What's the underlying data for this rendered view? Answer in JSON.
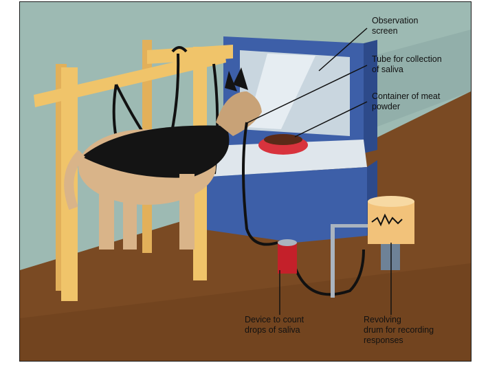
{
  "labels": {
    "observation_screen": "Observation\nscreen",
    "tube": "Tube for collection\nof saliva",
    "container": "Container of meat\npowder",
    "device": "Device to count\ndrops of saliva",
    "drum": "Revolving\ndrum for recording\nresponses"
  },
  "colors": {
    "wall": "#9dbab3",
    "floor": "#7a4a23",
    "wood": "#f0c46a",
    "table": "#3d5fa8",
    "table_top": "#dfe6ec",
    "bowl": "#d8333d",
    "device_red": "#c4202a",
    "drum": "#f2c27a",
    "outline": "#111111"
  }
}
